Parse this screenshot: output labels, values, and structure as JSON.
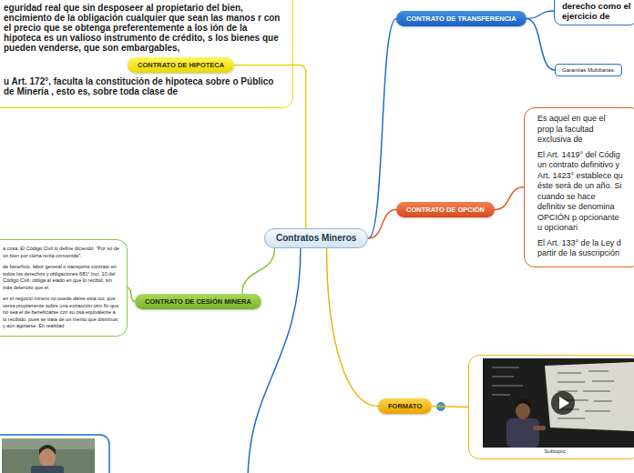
{
  "diagram": {
    "nodes": [
      {
        "text": [
          "eguridad real que sin desposeer al propietario del bien, encimiento de la obligación cualquier que sean las manos r con el precio que se obtenga preferentemente a los ión de la hipoteca es un valioso instrumento de crédito, s los bienes que pueden venderse, que son embargables,",
          "u Art. 172°, faculta la constitución de hipoteca sobre o Público de Minería , esto es, sobre toda clase de"
        ]
      },
      {
        "text": [
          "CONTRATO DE HIPOTECA"
        ]
      },
      {
        "text": [
          "CONTRATO DE TRANSFERENCIA"
        ]
      },
      {
        "text": [
          "derecho como el ejercicio de"
        ]
      },
      {
        "text": [
          "Garantías Mobiliarias:"
        ]
      },
      {
        "text": [
          "Es aquel en que el prop la facultad exclusiva de",
          "El Art. 1419° del Códig un contrato definitivo y Art. 1423° establece qu éste será de un año. Si cuando se hace definitiv se denomina OPCIÓN p opcionante u opcionari",
          "El Art. 133° de la Ley d partir de la suscripción"
        ]
      },
      {
        "text": [
          "Contratos Mineros"
        ]
      },
      {
        "text": [
          "CONTRATO DE OPCIÓN"
        ]
      },
      {
        "text": [
          "a cosa. El Código Civil lo define diciendo: \"Por so de un bien por cierta renta convenida\".",
          "de beneficio, labor general o transporte contrato en todos los derechos y obligaciones 681° Inci. 10 del Código Civil, obliga al elado en que lo recibió, sin más deterioro que el",
          "en el negocio minero no puede darse esta ico, que versa propiamente sobre una extracción otro fin que no sea el de beneficiarse con su osa equivalente a lo recibido, pues se trata de un mento que disminuir, y aún agotarse. En realidad"
        ]
      },
      {
        "text": [
          "CONTRATO DE CESIÓN MINERA"
        ]
      },
      {
        "text": [
          "FORMATO"
        ]
      },
      {
        "text": [
          "Subtopic"
        ]
      }
    ],
    "edges": [
      {
        "from": 6,
        "to": 2,
        "arrow": "none"
      },
      {
        "from": 2,
        "to": 3,
        "arrow": "none"
      },
      {
        "from": 2,
        "to": 4,
        "arrow": "none"
      },
      {
        "from": 6,
        "to": 7,
        "arrow": "none"
      },
      {
        "from": 7,
        "to": 5,
        "arrow": "none"
      },
      {
        "from": 6,
        "to": 1,
        "arrow": "none"
      },
      {
        "from": 6,
        "to": 9,
        "arrow": "none"
      },
      {
        "from": 9,
        "to": 8,
        "arrow": "none"
      },
      {
        "from": 6,
        "to": 10,
        "arrow": "none"
      },
      {
        "from": 10,
        "to": 11,
        "arrow": "none"
      }
    ]
  }
}
